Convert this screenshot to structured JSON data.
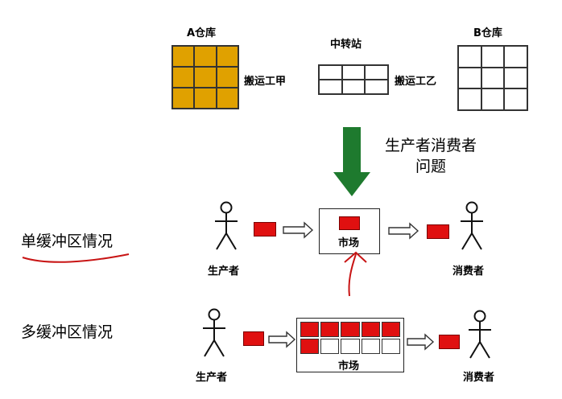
{
  "warehouse_a": {
    "label": "A仓库",
    "rows": 3,
    "cols": 3,
    "fill": "#e0a100"
  },
  "transfer_station": {
    "label": "中转站",
    "rows": 2,
    "cols": 3
  },
  "warehouse_b": {
    "label": "B仓库",
    "rows": 3,
    "cols": 3
  },
  "worker_a": "搬运工甲",
  "worker_b": "搬运工乙",
  "problem_title": "生产者消费者\n问题",
  "single_buffer": {
    "title": "单缓冲区情况",
    "producer": "生产者",
    "consumer": "消费者",
    "market": "市场"
  },
  "multi_buffer": {
    "title": "多缓冲区情况",
    "producer": "生产者",
    "consumer": "消费者",
    "market": "市场",
    "slots_row1_filled": 5,
    "slots_row2_filled": 1,
    "slots_per_row": 5
  },
  "colors": {
    "item": "#e01010",
    "big_arrow": "#1e7a2e",
    "annotation": "#c81414",
    "gold": "#e0a100"
  }
}
